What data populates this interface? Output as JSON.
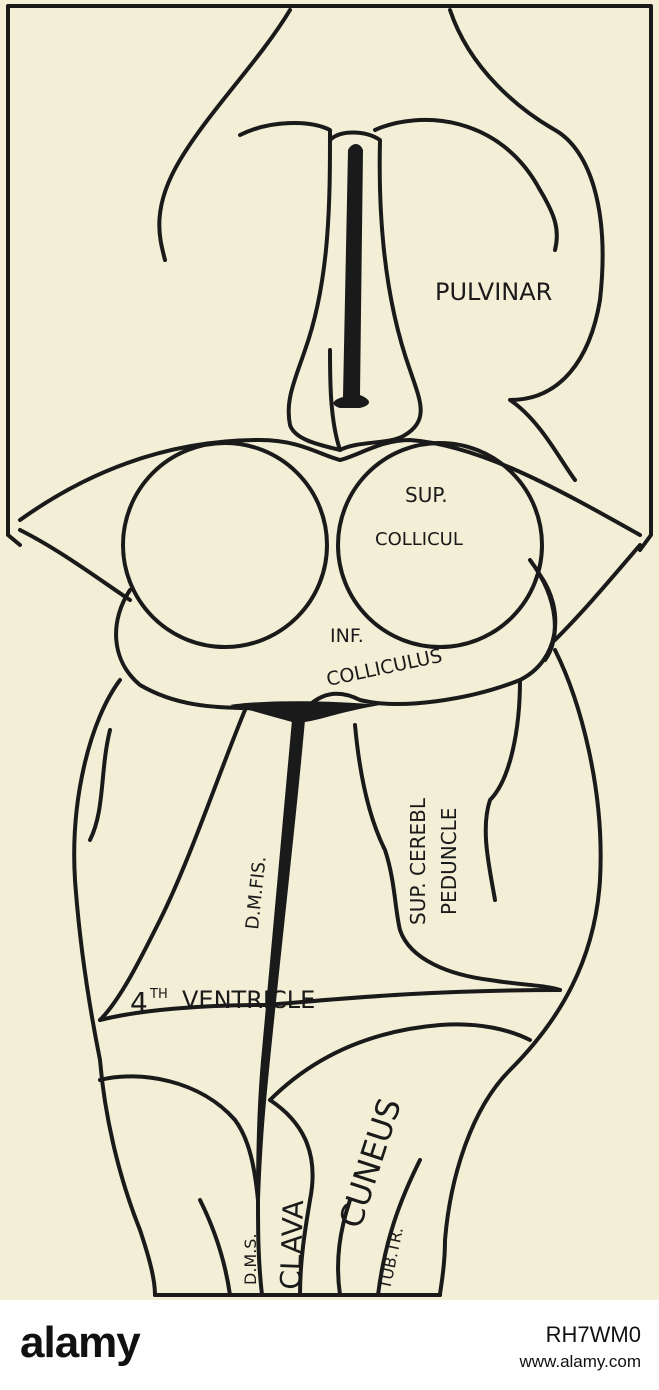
{
  "labels": {
    "pulvinar": "PULVINAR",
    "sup_colliculus_1": "SUP.",
    "sup_colliculus_2": "COLLICUL",
    "inf_colliculus_1": "INF.",
    "inf_colliculus_2": "COLLICULUS",
    "sup_cerebl_1": "SUP. CEREBL",
    "sup_cerebl_2": "PEDUNCLE",
    "dm_fis": "D.M.FIS.",
    "ventricle_num": "4",
    "ventricle_sup": "TH",
    "ventricle_word": "VENTRICLE",
    "cuneus": "CUNEUS",
    "clava": "CLAVA",
    "dms": "D.M.S.",
    "tub_tr": "TUB.TR."
  },
  "footer": {
    "logo": "alamy",
    "image_code": "RH7WM0",
    "url": "www.alamy.com"
  }
}
